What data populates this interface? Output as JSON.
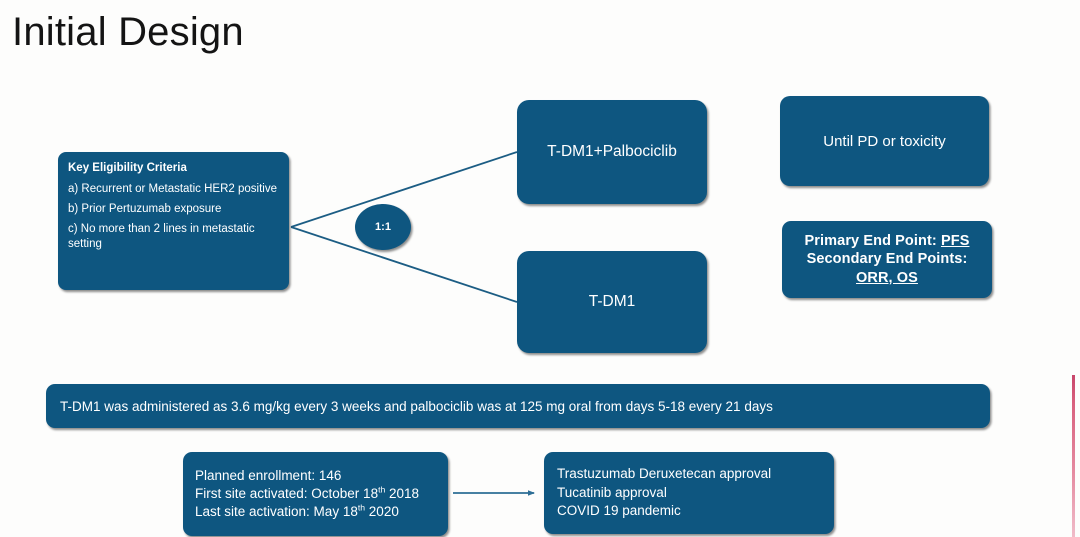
{
  "slide": {
    "title": "Initial Design",
    "accent_blue": "#0e5680",
    "text_white": "#ffffff",
    "background": "#fdfdfc",
    "marker_red": "#c8466b"
  },
  "eligibility": {
    "heading": "Key Eligibility Criteria",
    "items": [
      "a) Recurrent or Metastatic HER2 positive",
      "b) Prior Pertuzumab exposure",
      "c) No more than 2 lines in metastatic setting"
    ]
  },
  "randomization": {
    "ratio": "1:1"
  },
  "arms": {
    "combination": "T-DM1+Palbociclib",
    "monotherapy": "T-DM1"
  },
  "treatment_duration": {
    "label": "Until PD or toxicity"
  },
  "endpoints": {
    "primary_prefix": "Primary End Point: ",
    "primary_value": "PFS",
    "secondary_prefix": "Secondary End Points:",
    "secondary_value": "ORR, OS"
  },
  "dosing": {
    "text": "T-DM1 was administered as 3.6 mg/kg every 3 weeks and palbociclib was at 125 mg oral from days 5-18 every 21 days"
  },
  "enrollment": {
    "line1": "Planned enrollment: 146",
    "line2_prefix": "First site activated: October 18",
    "line2_sup": "th",
    "line2_suffix": " 2018",
    "line3_prefix": "Last site activation: May 18",
    "line3_sup": "th",
    "line3_suffix": " 2020"
  },
  "external_events": {
    "items": [
      "Trastuzumab Deruxetecan approval",
      "Tucatinib approval",
      "COVID 19 pandemic"
    ]
  }
}
